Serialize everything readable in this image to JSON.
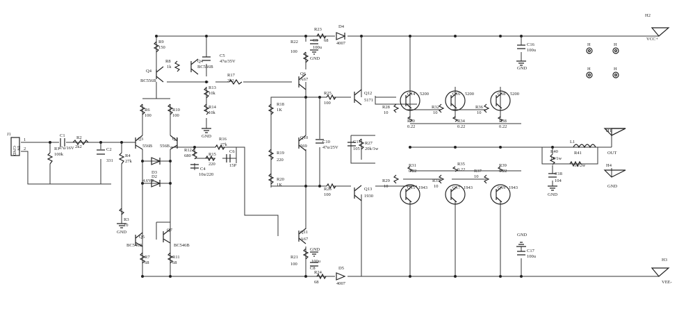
{
  "connectors": {
    "input": {
      "name": "J1",
      "pins": [
        "1",
        "2"
      ],
      "labels": [
        "GND",
        "IN"
      ]
    },
    "vcc": {
      "name": "H2",
      "label": "VCC+"
    },
    "vee": {
      "name": "H3",
      "label": "VEE-"
    },
    "out": {
      "name": "H1",
      "label": "OUT"
    },
    "gnd_out": {
      "name": "H4",
      "label": "GND"
    },
    "mount_holes": [
      "H",
      "H",
      "H",
      "H"
    ]
  },
  "parts": {
    "c1": [
      "C1",
      "47u/16V"
    ],
    "r2": [
      "R2",
      "2k2"
    ],
    "r1": [
      "R1",
      "100k"
    ],
    "c2": [
      "C2",
      "331"
    ],
    "r4": [
      "R4",
      "27k"
    ],
    "q3": [
      "Q3",
      "556B"
    ],
    "q1": [
      "Q1",
      "556B"
    ],
    "r6": [
      "R6",
      "100"
    ],
    "r10": [
      "R10",
      "100"
    ],
    "d3": [
      "D3"
    ],
    "d2": [
      "D2",
      "4.6V2"
    ],
    "r12": [
      "R12",
      "680"
    ],
    "c4": [
      "C4",
      "10u/220"
    ],
    "r16": [
      "R16",
      "27k"
    ],
    "r15": [
      "R15",
      "220"
    ],
    "c6": [
      "C6",
      "15P"
    ],
    "r3": [
      "R3",
      "10"
    ],
    "q5": [
      "Q5",
      "BC546B"
    ],
    "q7": [
      "Q7",
      "BC546B"
    ],
    "r7": [
      "R7",
      "68"
    ],
    "r11": [
      "R11",
      "68"
    ],
    "r9": [
      "R9",
      "150"
    ],
    "r8": [
      "R8",
      "1k"
    ],
    "q4a": [
      "Q4"
    ],
    "q4b": [
      "Q4",
      "BC556B"
    ],
    "bc556b": [
      "BC556B"
    ],
    "c5": [
      "C5",
      "47u/35V"
    ],
    "r17": [
      "R17",
      "2k2"
    ],
    "r13": [
      "R13",
      "10k"
    ],
    "r14": [
      "R14",
      "10k"
    ],
    "r22": [
      "R22",
      "100"
    ],
    "c9": [
      "C9",
      "100u"
    ],
    "r23": [
      "R23",
      "68"
    ],
    "d4": [
      "D4",
      "4007"
    ],
    "q6": [
      "Q6",
      "A67"
    ],
    "r18": [
      "R18",
      "1K"
    ],
    "r19": [
      "R19",
      "220"
    ],
    "r20": [
      "R20",
      "1K"
    ],
    "q10": [
      "Q10",
      "569"
    ],
    "c10": [
      "C10",
      "47u/25V"
    ],
    "r25": [
      "R25",
      "100"
    ],
    "r26": [
      "R26",
      "100"
    ],
    "c11": [
      "C11",
      "105"
    ],
    "r27": [
      "R27",
      "20k/1w"
    ],
    "q12": [
      "Q12",
      "5171"
    ],
    "q13": [
      "Q13",
      "1930"
    ],
    "q11": [
      "Q11",
      "A67"
    ],
    "r21": [
      "R21",
      "100"
    ],
    "c8": [
      "C8",
      "100u"
    ],
    "r24": [
      "R24",
      "68"
    ],
    "d5": [
      "D5",
      "4007"
    ],
    "c16": [
      "C16",
      "100u"
    ],
    "c17": [
      "C17",
      "100u"
    ],
    "gnd": "GND",
    "r28": [
      "R28",
      "10"
    ],
    "r32": [
      "R32",
      "10"
    ],
    "r36": [
      "R36",
      "10"
    ],
    "r29": [
      "R29",
      "10"
    ],
    "r33": [
      "R33",
      "10"
    ],
    "r37": [
      "R37",
      "10"
    ],
    "q14": [
      "Q14",
      "5200"
    ],
    "q16": [
      "Q16",
      "5200"
    ],
    "q18": [
      "Q18",
      "5200"
    ],
    "q15": [
      "Q15",
      "1943"
    ],
    "q17": [
      "Q17",
      "1943"
    ],
    "q19": [
      "Q19",
      "1943"
    ],
    "r30": [
      "R30",
      "0.22"
    ],
    "r34": [
      "R34",
      "0.22"
    ],
    "r38": [
      "R38",
      "0.22"
    ],
    "r31": [
      "R31",
      "0.22"
    ],
    "r35": [
      "R35",
      "0.22"
    ],
    "r39": [
      "R39",
      "0.22"
    ],
    "r40": [
      "R40",
      "10/1w"
    ],
    "r41": [
      "R41",
      "10/2w"
    ],
    "l1": [
      "L1"
    ],
    "c18": [
      "C18",
      "104"
    ]
  }
}
